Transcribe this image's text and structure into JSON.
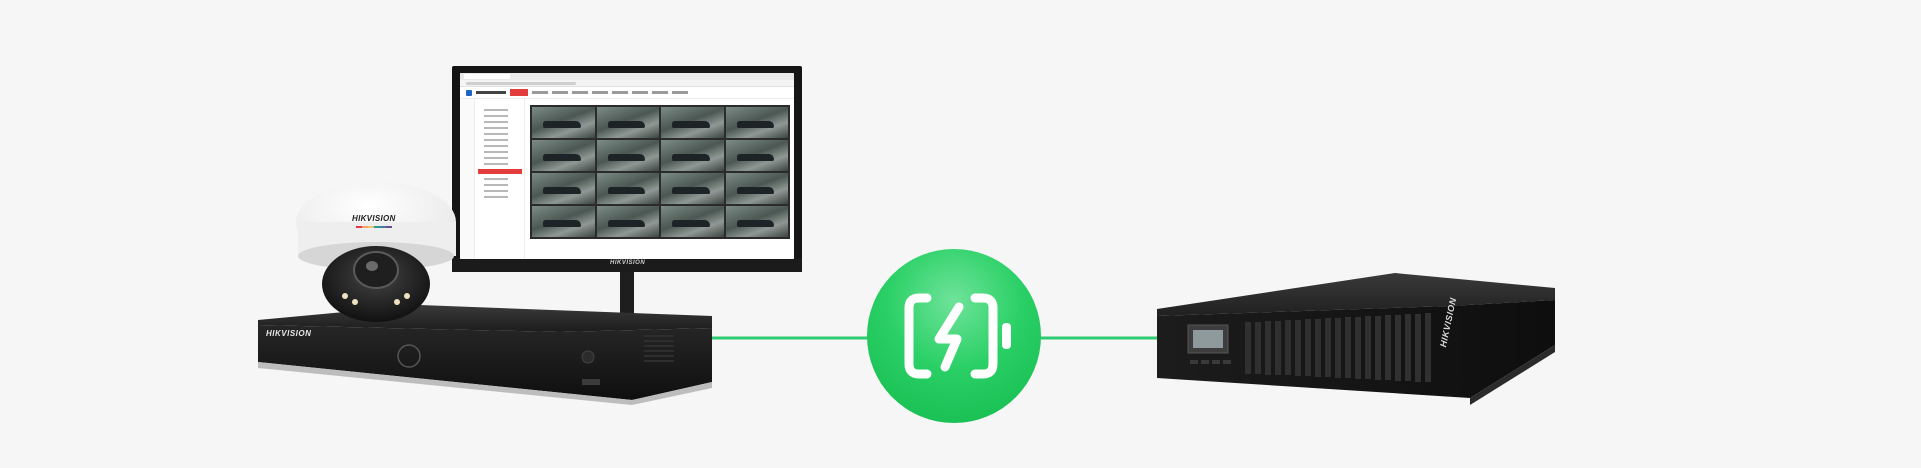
{
  "scene": {
    "description_free": true,
    "colors": {
      "background": "#f6f6f6",
      "accent_green": "#1fcf5c",
      "cable_green": "#2ecc71",
      "device_black": "#1a1a1a",
      "brand_red": "#e23c3c"
    }
  },
  "camera": {
    "brand_label": "HIKVISION"
  },
  "nvr": {
    "brand_label": "HIKVISION"
  },
  "monitor": {
    "brand_label": "HIKVISION"
  },
  "ups": {
    "brand_label": "HIKVISION"
  },
  "power_badge": {
    "icon": "battery-charging-icon"
  }
}
